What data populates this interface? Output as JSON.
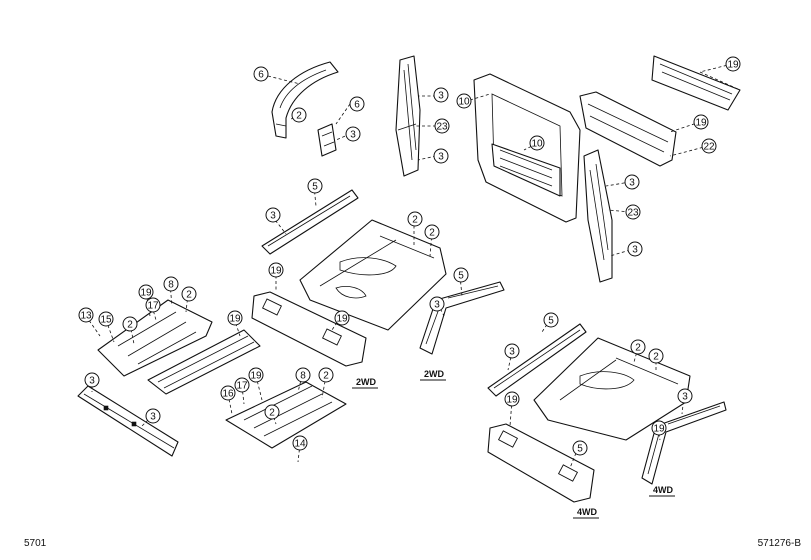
{
  "diagram": {
    "code_left": "5701",
    "code_right": "571276-B",
    "variant_tags": [
      {
        "id": "2wd-a",
        "label": "2WD"
      },
      {
        "id": "2wd-b",
        "label": "2WD"
      },
      {
        "id": "4wd-a",
        "label": "4WD"
      },
      {
        "id": "4wd-b",
        "label": "4WD"
      }
    ],
    "callouts": [
      {
        "id": "c01",
        "label": "6"
      },
      {
        "id": "c02",
        "label": "2"
      },
      {
        "id": "c03",
        "label": "6"
      },
      {
        "id": "c04",
        "label": "3"
      },
      {
        "id": "c05",
        "label": "3"
      },
      {
        "id": "c06",
        "label": "23"
      },
      {
        "id": "c07",
        "label": "3"
      },
      {
        "id": "c08",
        "label": "10"
      },
      {
        "id": "c09",
        "label": "10"
      },
      {
        "id": "c10",
        "label": "19"
      },
      {
        "id": "c11",
        "label": "19"
      },
      {
        "id": "c12",
        "label": "22"
      },
      {
        "id": "c13",
        "label": "3"
      },
      {
        "id": "c14",
        "label": "23"
      },
      {
        "id": "c15",
        "label": "3"
      },
      {
        "id": "c16",
        "label": "5"
      },
      {
        "id": "c17",
        "label": "3"
      },
      {
        "id": "c18",
        "label": "2"
      },
      {
        "id": "c19",
        "label": "2"
      },
      {
        "id": "c20",
        "label": "5"
      },
      {
        "id": "c21",
        "label": "3"
      },
      {
        "id": "c22",
        "label": "19"
      },
      {
        "id": "c23",
        "label": "19"
      },
      {
        "id": "c24",
        "label": "19"
      },
      {
        "id": "c25",
        "label": "8"
      },
      {
        "id": "c26",
        "label": "2"
      },
      {
        "id": "c27",
        "label": "17"
      },
      {
        "id": "c28",
        "label": "13"
      },
      {
        "id": "c29",
        "label": "15"
      },
      {
        "id": "c30",
        "label": "2"
      },
      {
        "id": "c31",
        "label": "19"
      },
      {
        "id": "c32",
        "label": "3"
      },
      {
        "id": "c33",
        "label": "3"
      },
      {
        "id": "c34",
        "label": "8"
      },
      {
        "id": "c35",
        "label": "2"
      },
      {
        "id": "c36",
        "label": "19"
      },
      {
        "id": "c37",
        "label": "17"
      },
      {
        "id": "c38",
        "label": "16"
      },
      {
        "id": "c39",
        "label": "2"
      },
      {
        "id": "c40",
        "label": "14"
      },
      {
        "id": "c41",
        "label": "5"
      },
      {
        "id": "c42",
        "label": "3"
      },
      {
        "id": "c43",
        "label": "2"
      },
      {
        "id": "c44",
        "label": "2"
      },
      {
        "id": "c45",
        "label": "19"
      },
      {
        "id": "c46",
        "label": "5"
      },
      {
        "id": "c47",
        "label": "3"
      },
      {
        "id": "c48",
        "label": "19"
      }
    ]
  }
}
